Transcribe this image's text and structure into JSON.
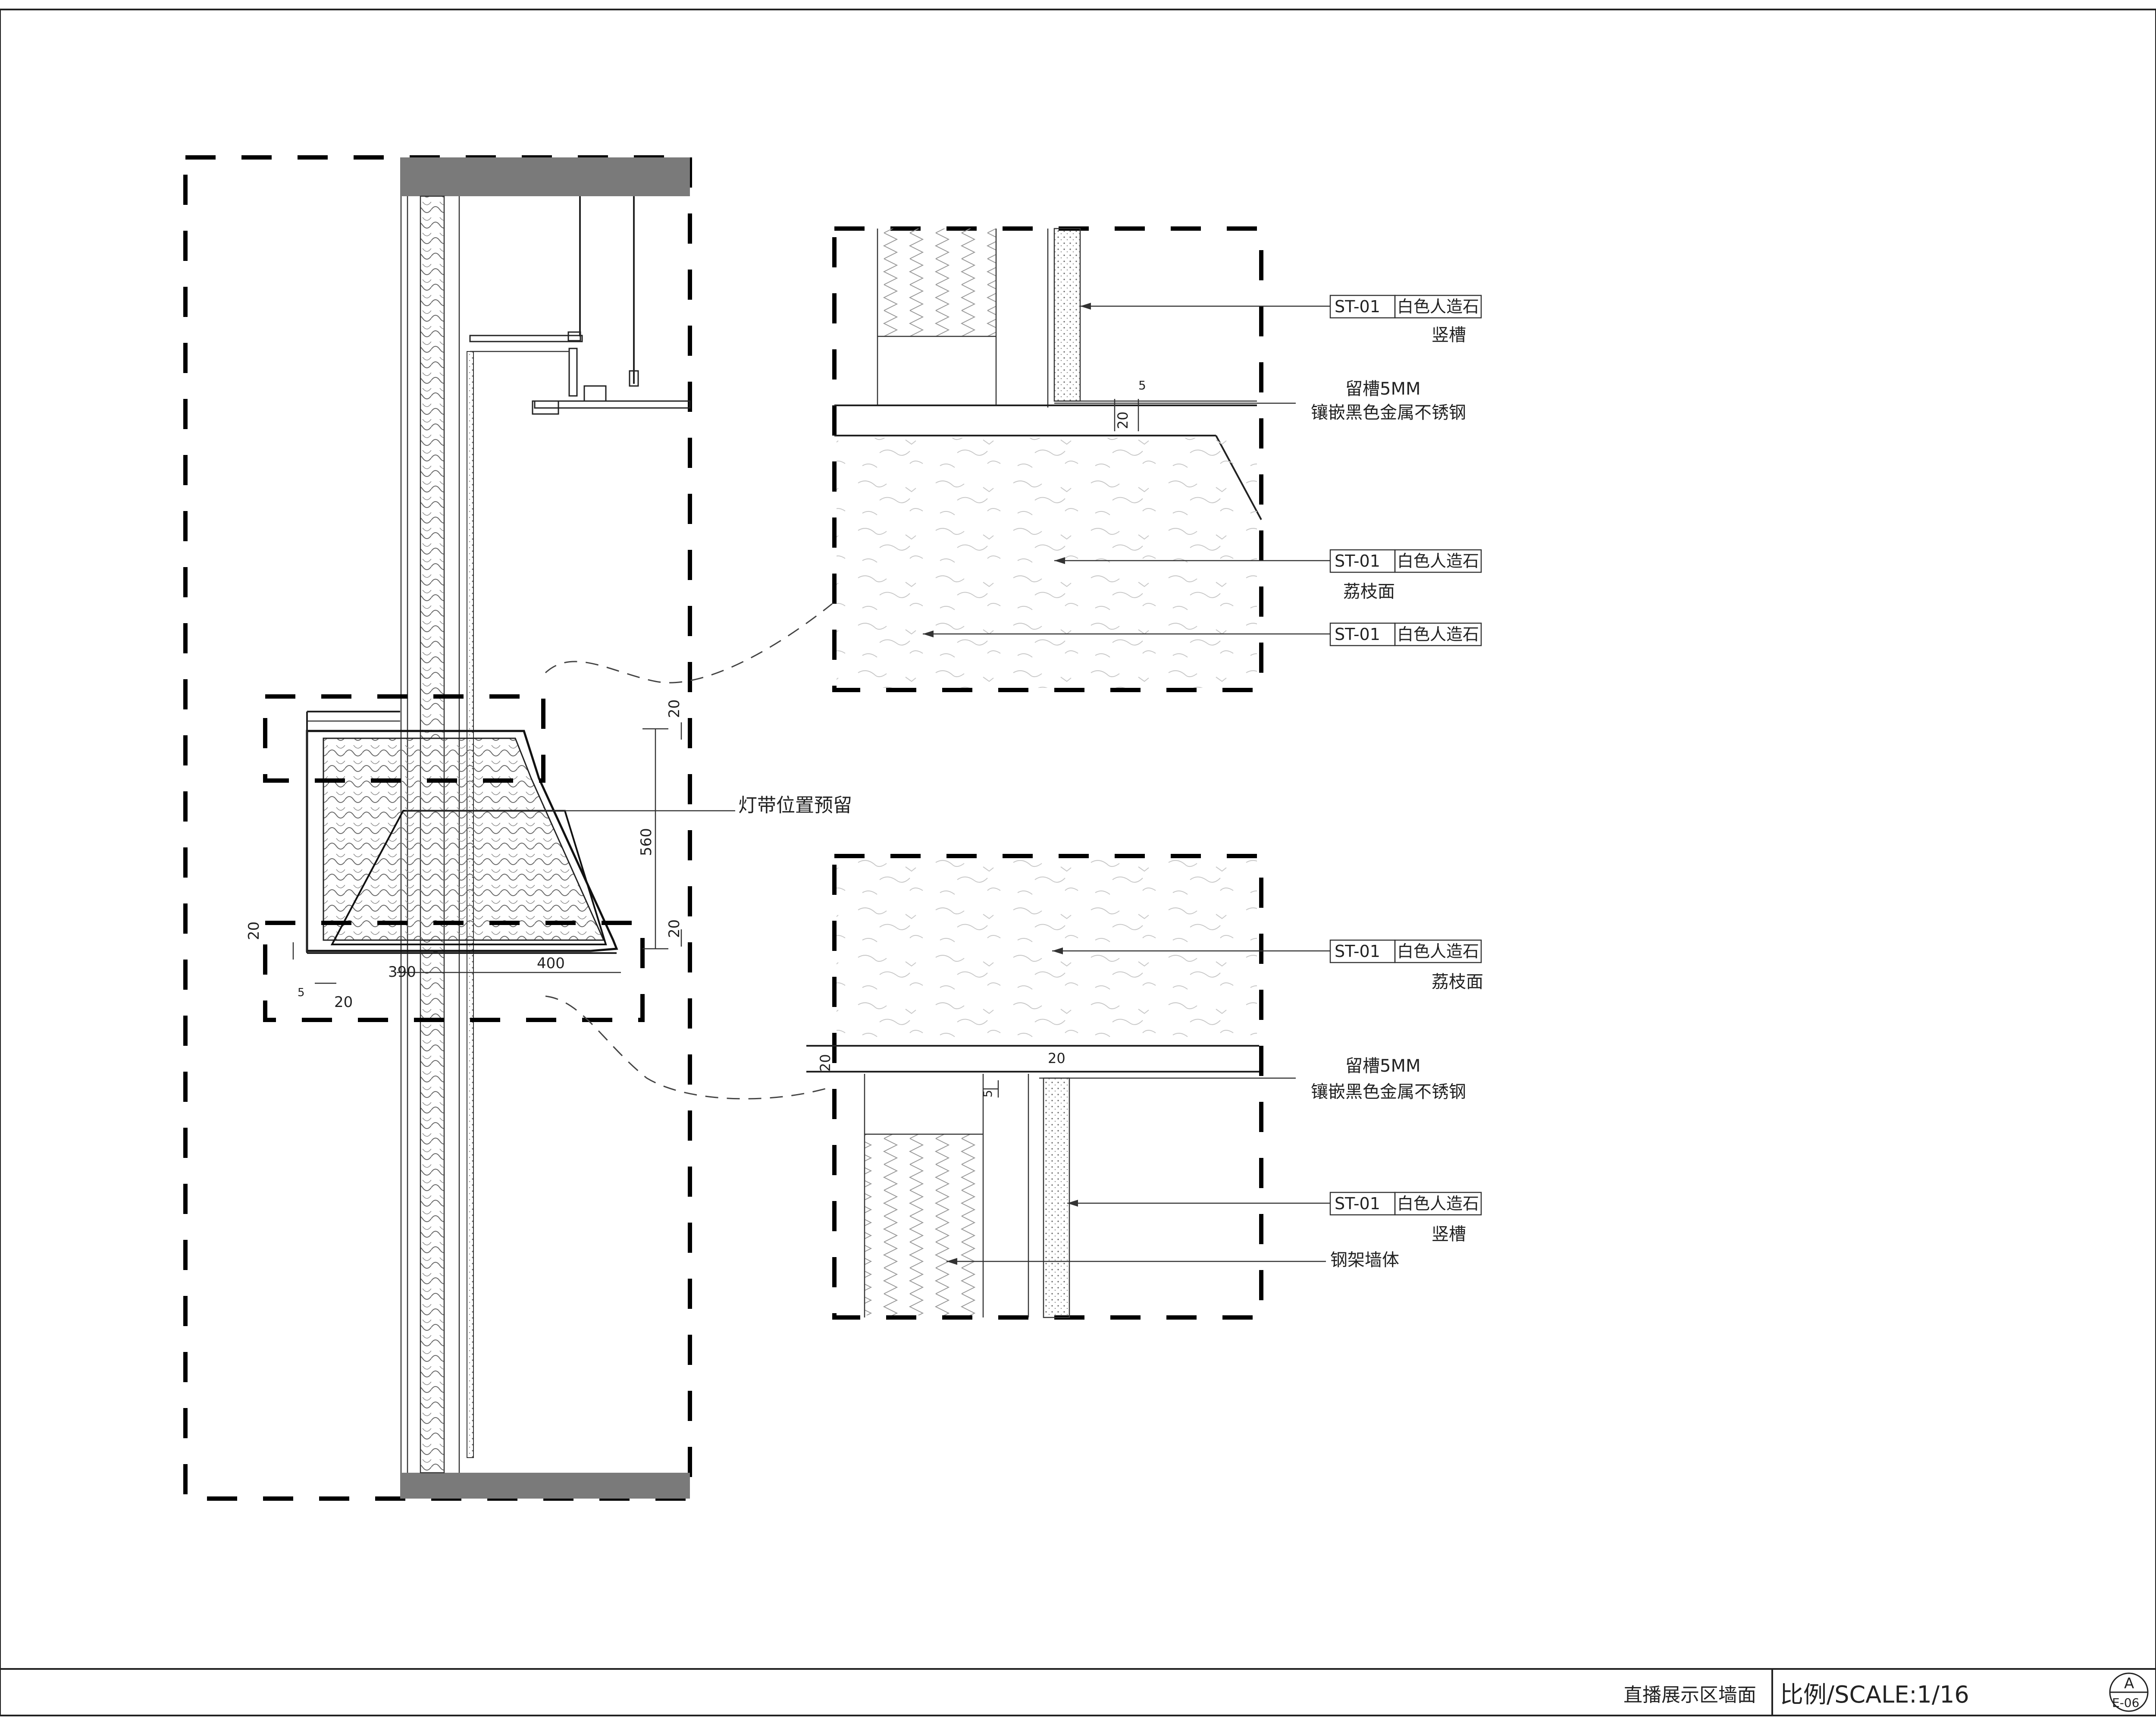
{
  "drawing": {
    "title": "直播展示区墙面",
    "scale": "比例/SCALE:1/16",
    "sheet_ref_top": "A",
    "sheet_ref_bottom": "E-06"
  },
  "main_section": {
    "light_strip_label": "灯带位置预留",
    "dims": {
      "top_20": "20",
      "height_560": "560",
      "right_20": "20",
      "left_20": "20",
      "width_390": "390",
      "width_400": "400",
      "bottom_20": "20",
      "five_mark": "5"
    }
  },
  "detail_upper": {
    "callout1_code": "ST-01",
    "callout1_text": "白色人造石",
    "callout1_sub": "竖槽",
    "groove_line1": "留槽5MM",
    "groove_line2": "镶嵌黑色金属不锈钢",
    "callout2_code": "ST-01",
    "callout2_text": "白色人造石",
    "callout2_sub": "荔枝面",
    "callout3_code": "ST-01",
    "callout3_text": "白色人造石",
    "dim_5": "5",
    "dim_20": "20"
  },
  "detail_lower": {
    "callout1_code": "ST-01",
    "callout1_text": "白色人造石",
    "callout1_sub": "荔枝面",
    "groove_line1": "留槽5MM",
    "groove_line2": "镶嵌黑色金属不锈钢",
    "callout2_code": "ST-01",
    "callout2_text": "白色人造石",
    "callout2_sub": "竖槽",
    "frame_label": "钢架墙体",
    "dim_20_left": "20",
    "dim_20_top": "20",
    "dim_5": "5"
  }
}
